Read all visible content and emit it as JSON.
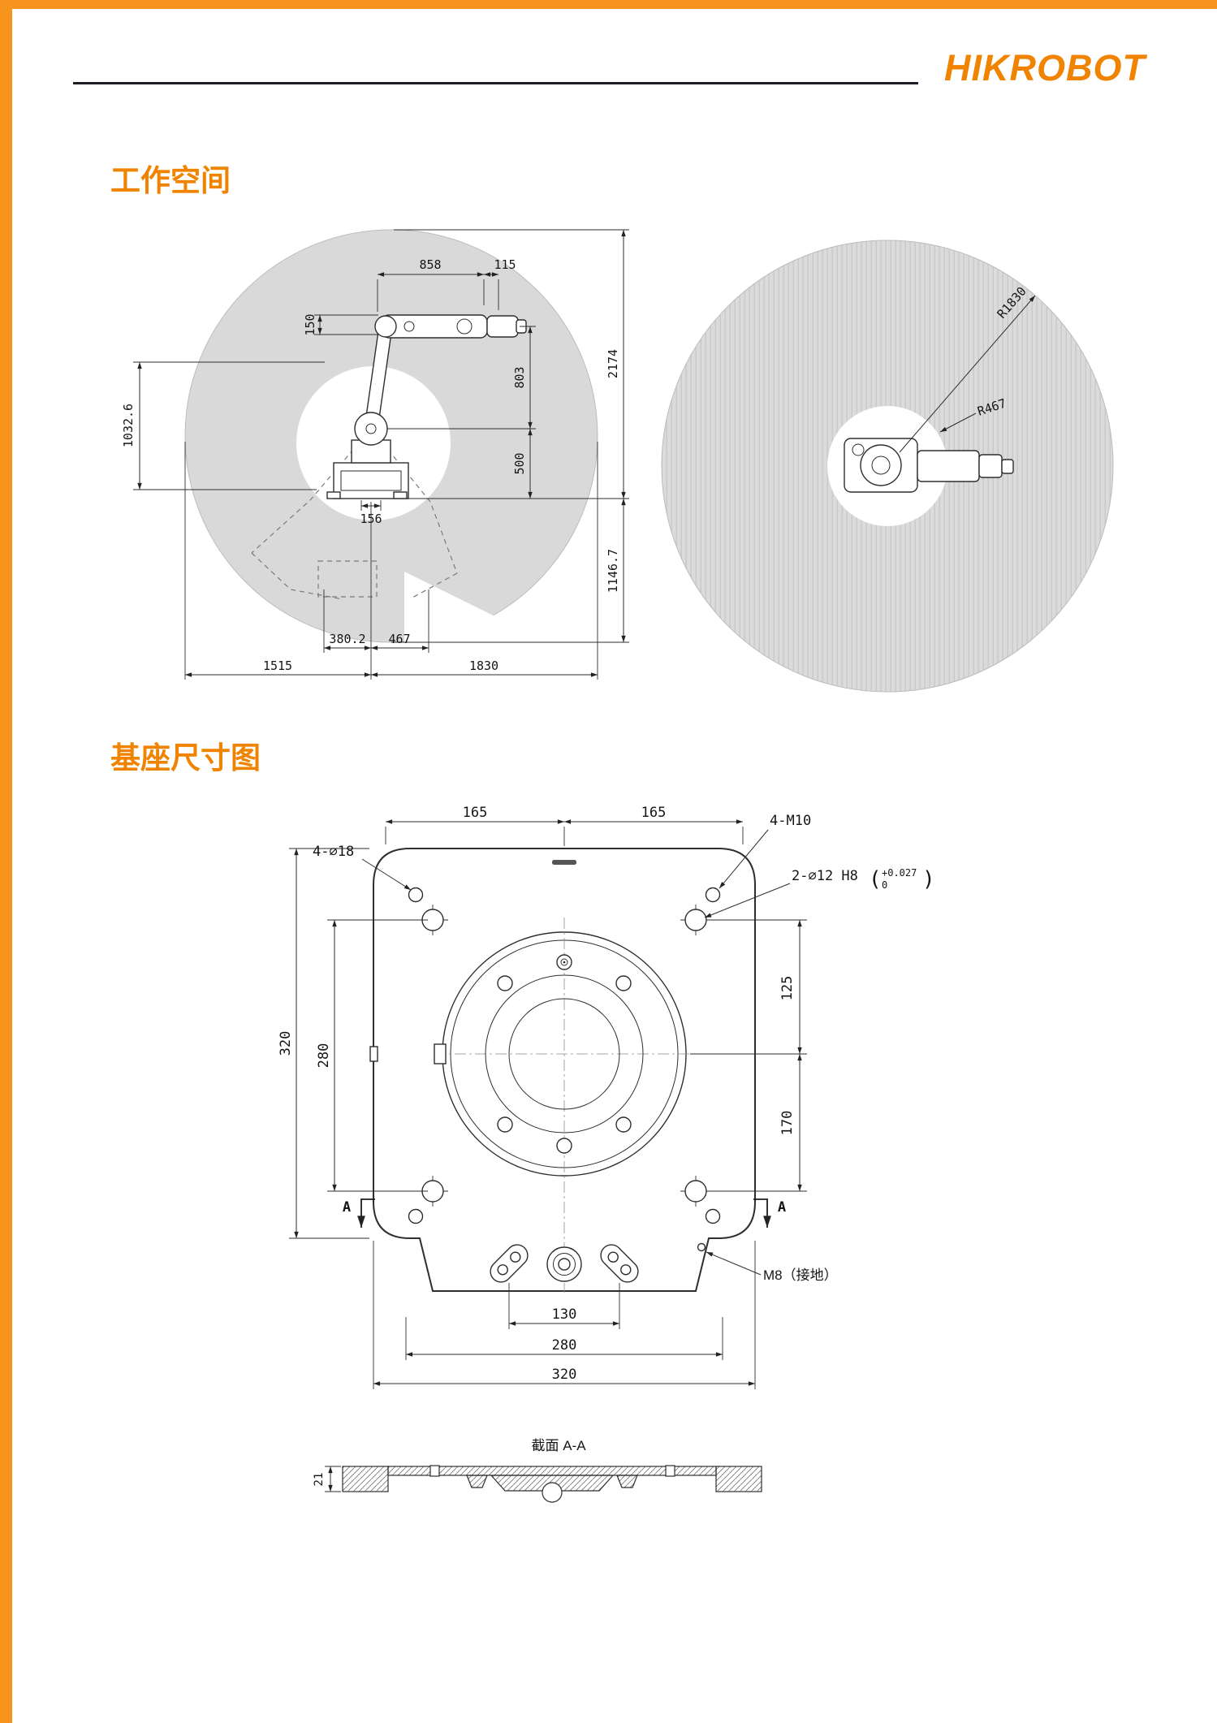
{
  "theme": {
    "edge_color": "#f7941d",
    "accent_color": "#f08300",
    "line_color": "#2e2e2e",
    "envelope_gray": "#d9d9d9"
  },
  "header": {
    "brand": "HIKROBOT"
  },
  "sections": {
    "workspace_title": "工作空间",
    "base_title": "基座尺寸图"
  },
  "workspace": {
    "side": {
      "d858": "858",
      "d115": "115",
      "d150": "150",
      "d803": "803",
      "d2174": "2174",
      "d1032_6": "1032.6",
      "d500": "500",
      "d156": "156",
      "d1146_7": "1146.7",
      "d380_2": "380.2",
      "d467": "467",
      "d1515": "1515",
      "d1830": "1830"
    },
    "top": {
      "r_outer": "R1830",
      "r_inner": "R467"
    }
  },
  "base": {
    "d165l": "165",
    "d165r": "165",
    "m10": "4-M10",
    "d18": "4-∅18",
    "d12": "2-∅12 H8",
    "tolOpen": "(",
    "tolUp": "+0.027",
    "tolLow": "0",
    "tolClose": ")",
    "d320l": "320",
    "d280l": "280",
    "d125": "125",
    "d170": "170",
    "m8": "M8（接地）",
    "d130": "130",
    "d280b": "280",
    "d320b": "320",
    "aL": "A",
    "aR": "A"
  },
  "section_view": {
    "title": "截面 A-A",
    "d21": "21"
  }
}
